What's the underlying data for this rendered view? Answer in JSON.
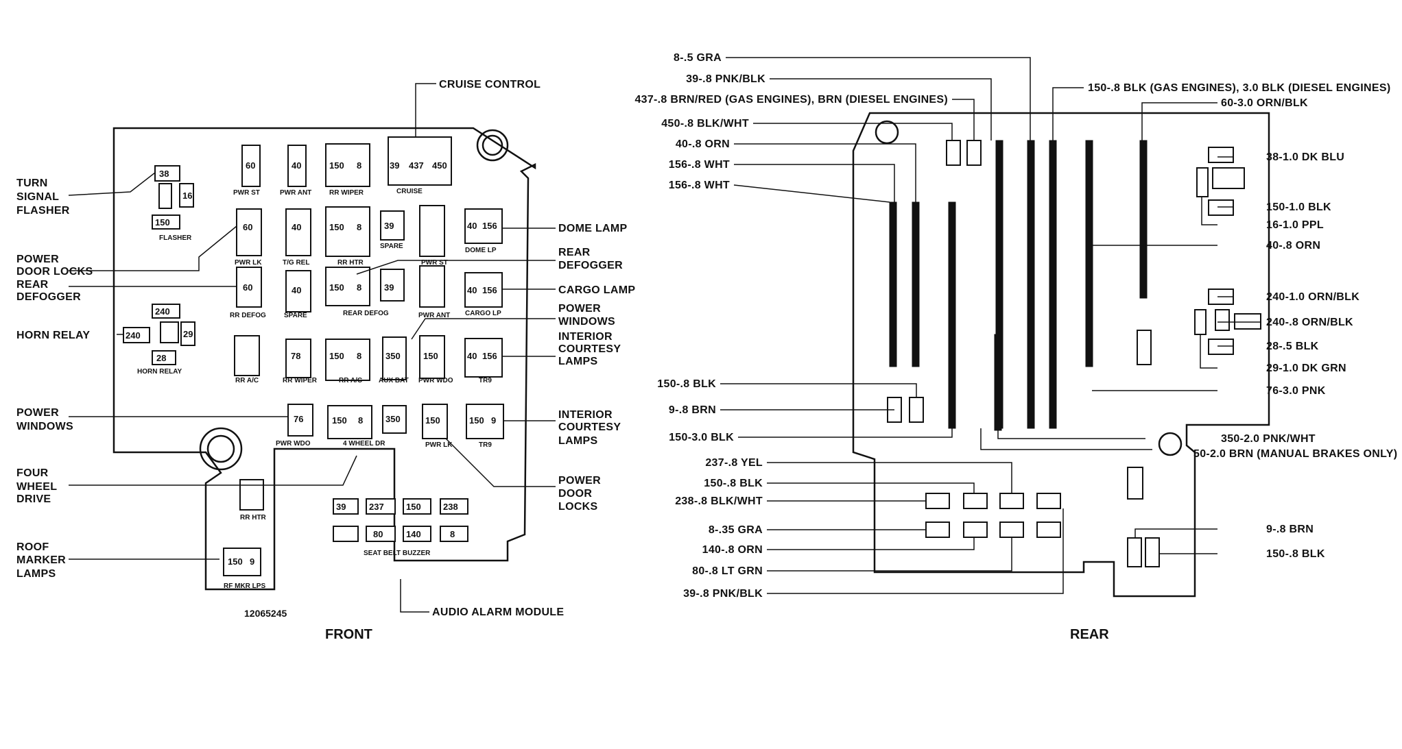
{
  "front": {
    "caption": "FRONT",
    "part_number": "12065245",
    "callouts": {
      "cruise_control": "CRUISE CONTROL",
      "turn_signal_flasher": [
        "TURN",
        "SIGNAL",
        "FLASHER"
      ],
      "power_door_locks_left": [
        "POWER",
        "DOOR LOCKS"
      ],
      "rear_defogger_left": [
        "REAR",
        "DEFOGGER"
      ],
      "horn_relay": "HORN RELAY",
      "power_windows_left": [
        "POWER",
        "WINDOWS"
      ],
      "four_wheel_drive": [
        "FOUR",
        "WHEEL",
        "DRIVE"
      ],
      "roof_marker_lamps": [
        "ROOF",
        "MARKER",
        "LAMPS"
      ],
      "dome_lamp": "DOME LAMP",
      "rear_defogger_right": [
        "REAR",
        "DEFOGGER"
      ],
      "cargo_lamp": "CARGO LAMP",
      "power_windows_right": [
        "POWER",
        "WINDOWS"
      ],
      "interior_courtesy_1": [
        "INTERIOR",
        "COURTESY",
        "LAMPS"
      ],
      "interior_courtesy_2": [
        "INTERIOR",
        "COURTESY",
        "LAMPS"
      ],
      "power_door_locks_right": [
        "POWER",
        "DOOR",
        "LOCKS"
      ],
      "audio_alarm_module": "AUDIO ALARM MODULE"
    },
    "slot_labels": {
      "flasher": "FLASHER",
      "pwr_st_1": "PWR ST",
      "pwr_ant_1": "PWR ANT",
      "rr_wiper_1": "RR WIPER",
      "cruise": "CRUISE",
      "pwr_lk_1": "PWR LK",
      "tg_rel": "T/G REL",
      "rr_htr_1": "RR HTR",
      "spare_1": "SPARE",
      "pwr_st_2": "PWR ST",
      "dome_lp": "DOME LP",
      "rr_defog": "RR DEFOG",
      "spare_2": "SPARE",
      "rear_defog": "REAR DEFOG",
      "pwr_ant_2": "PWR ANT",
      "cargo_lp": "CARGO LP",
      "horn_relay": "HORN RELAY",
      "rr_ac_1": "RR A/C",
      "rr_wiper_2": "RR WIPER",
      "rr_ac_2": "RR A/C",
      "aux_bat": "AUX BAT",
      "pwr_wdo_1": "PWR WDO",
      "tr9_1": "TR9",
      "pwr_wdo_2": "PWR WDO",
      "four_wheel_dr": "4 WHEEL DR",
      "pwr_lk_2": "PWR LK",
      "tr9_2": "TR9",
      "rr_htr_2": "RR HTR",
      "seat_belt_buzzer": "SEAT BELT BUZZER",
      "rf_mkr_lps": "RF MKR LPS"
    },
    "circuit_numbers": {
      "c38": "38",
      "c16": "16",
      "c150_flasher": "150",
      "c60_a": "60",
      "c40_a": "40",
      "c150_a": "150",
      "c8_a": "8",
      "c39_a": "39",
      "c437": "437",
      "c450": "450",
      "c60_b": "60",
      "c40_b": "40",
      "c150_b": "150",
      "c8_b": "8",
      "c39_b": "39",
      "c40_dome": "40",
      "c156_dome": "156",
      "c60_c": "60",
      "c40_c": "40",
      "c150_c": "150",
      "c8_c": "8",
      "c39_c": "39",
      "c40_cargo": "40",
      "c156_cargo": "156",
      "c240_a": "240",
      "c29": "29",
      "c28": "28",
      "c240_b": "240",
      "c78": "78",
      "c150_d": "150",
      "c8_d": "8",
      "c350_a": "350",
      "c150_e": "150",
      "c40_tr": "40",
      "c156_tr": "156",
      "c76": "76",
      "c150_f": "150",
      "c8_f": "8",
      "c350_b": "350",
      "c150_g": "150",
      "c150_h": "150",
      "c9_h": "9",
      "c39_bz": "39",
      "c237": "237",
      "c150_bz": "150",
      "c238": "238",
      "c80": "80",
      "c140": "140",
      "c8_bz": "8",
      "c150_rf": "150",
      "c9_rf": "9"
    }
  },
  "rear": {
    "caption": "REAR",
    "left_labels": [
      "8-.5 GRA",
      "39-.8 PNK/BLK",
      "437-.8 BRN/RED (GAS ENGINES), BRN (DIESEL ENGINES)",
      "450-.8 BLK/WHT",
      "40-.8 ORN",
      "156-.8 WHT",
      "156-.8 WHT",
      "150-.8 BLK",
      "9-.8 BRN",
      "150-3.0 BLK",
      "237-.8 YEL",
      "150-.8 BLK",
      "238-.8 BLK/WHT",
      "8-.35 GRA",
      "140-.8 ORN",
      "80-.8 LT GRN",
      "39-.8 PNK/BLK"
    ],
    "right_labels": [
      "150-.8 BLK (GAS ENGINES), 3.0 BLK (DIESEL ENGINES)",
      "60-3.0 ORN/BLK",
      "38-1.0 DK BLU",
      "150-1.0 BLK",
      "16-1.0 PPL",
      "40-.8 ORN",
      "240-1.0 ORN/BLK",
      "240-.8 ORN/BLK",
      "28-.5 BLK",
      "29-1.0 DK GRN",
      "76-3.0 PNK",
      "350-2.0 PNK/WHT",
      "50-2.0 BRN (MANUAL BRAKES ONLY)",
      "9-.8 BRN",
      "150-.8 BLK"
    ]
  }
}
